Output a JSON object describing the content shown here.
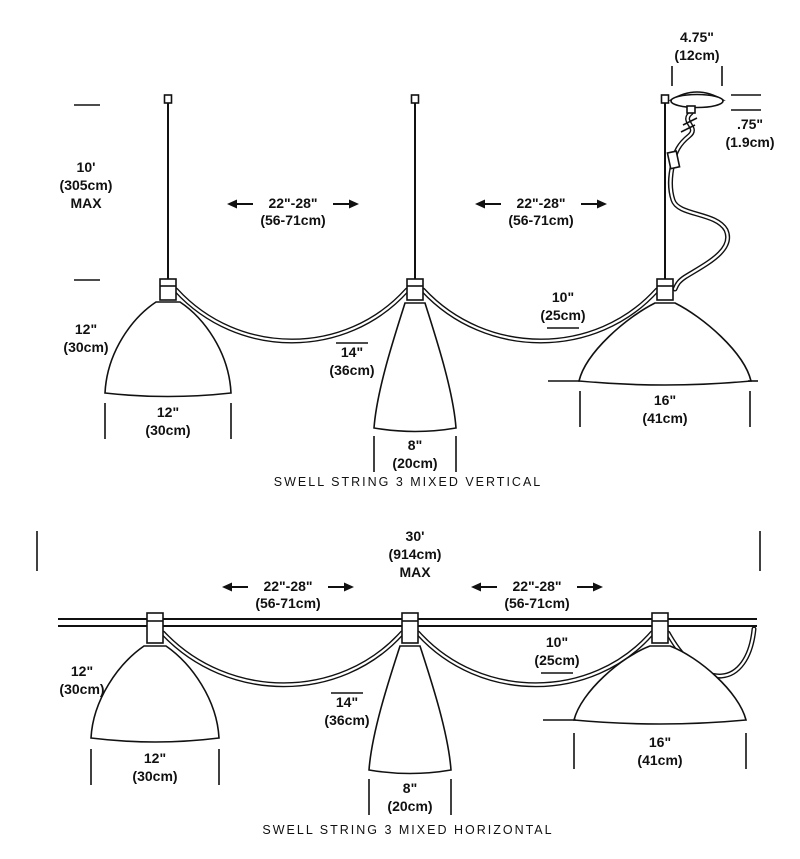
{
  "top": {
    "caption": "SWELL STRING 3 MIXED VERTICAL",
    "max_drop": {
      "value": "10'",
      "metric": "(305cm)",
      "qualifier": "MAX"
    },
    "span_left": {
      "value": "22\"-28\"",
      "metric": "(56-71cm)"
    },
    "span_right": {
      "value": "22\"-28\"",
      "metric": "(56-71cm)"
    },
    "canopy_diameter": {
      "value": "4.75\"",
      "metric": "(12cm)"
    },
    "canopy_height": {
      "value": ".75\"",
      "metric": "(1.9cm)"
    },
    "lamp1_height": {
      "value": "12\"",
      "metric": "(30cm)"
    },
    "lamp1_diameter": {
      "value": "12\"",
      "metric": "(30cm)"
    },
    "lamp2_height": {
      "value": "14\"",
      "metric": "(36cm)"
    },
    "lamp2_diameter": {
      "value": "8\"",
      "metric": "(20cm)"
    },
    "lamp3_height": {
      "value": "10\"",
      "metric": "(25cm)"
    },
    "lamp3_diameter": {
      "value": "16\"",
      "metric": "(41cm)"
    }
  },
  "bottom": {
    "caption": "SWELL STRING 3 MIXED HORIZONTAL",
    "max_run": {
      "value": "30'",
      "metric": "(914cm)",
      "qualifier": "MAX"
    },
    "span_left": {
      "value": "22\"-28\"",
      "metric": "(56-71cm)"
    },
    "span_right": {
      "value": "22\"-28\"",
      "metric": "(56-71cm)"
    },
    "lamp1_height": {
      "value": "12\"",
      "metric": "(30cm)"
    },
    "lamp1_diameter": {
      "value": "12\"",
      "metric": "(30cm)"
    },
    "lamp2_height": {
      "value": "14\"",
      "metric": "(36cm)"
    },
    "lamp2_diameter": {
      "value": "8\"",
      "metric": "(20cm)"
    },
    "lamp3_height": {
      "value": "10\"",
      "metric": "(25cm)"
    },
    "lamp3_diameter": {
      "value": "16\"",
      "metric": "(41cm)"
    }
  }
}
